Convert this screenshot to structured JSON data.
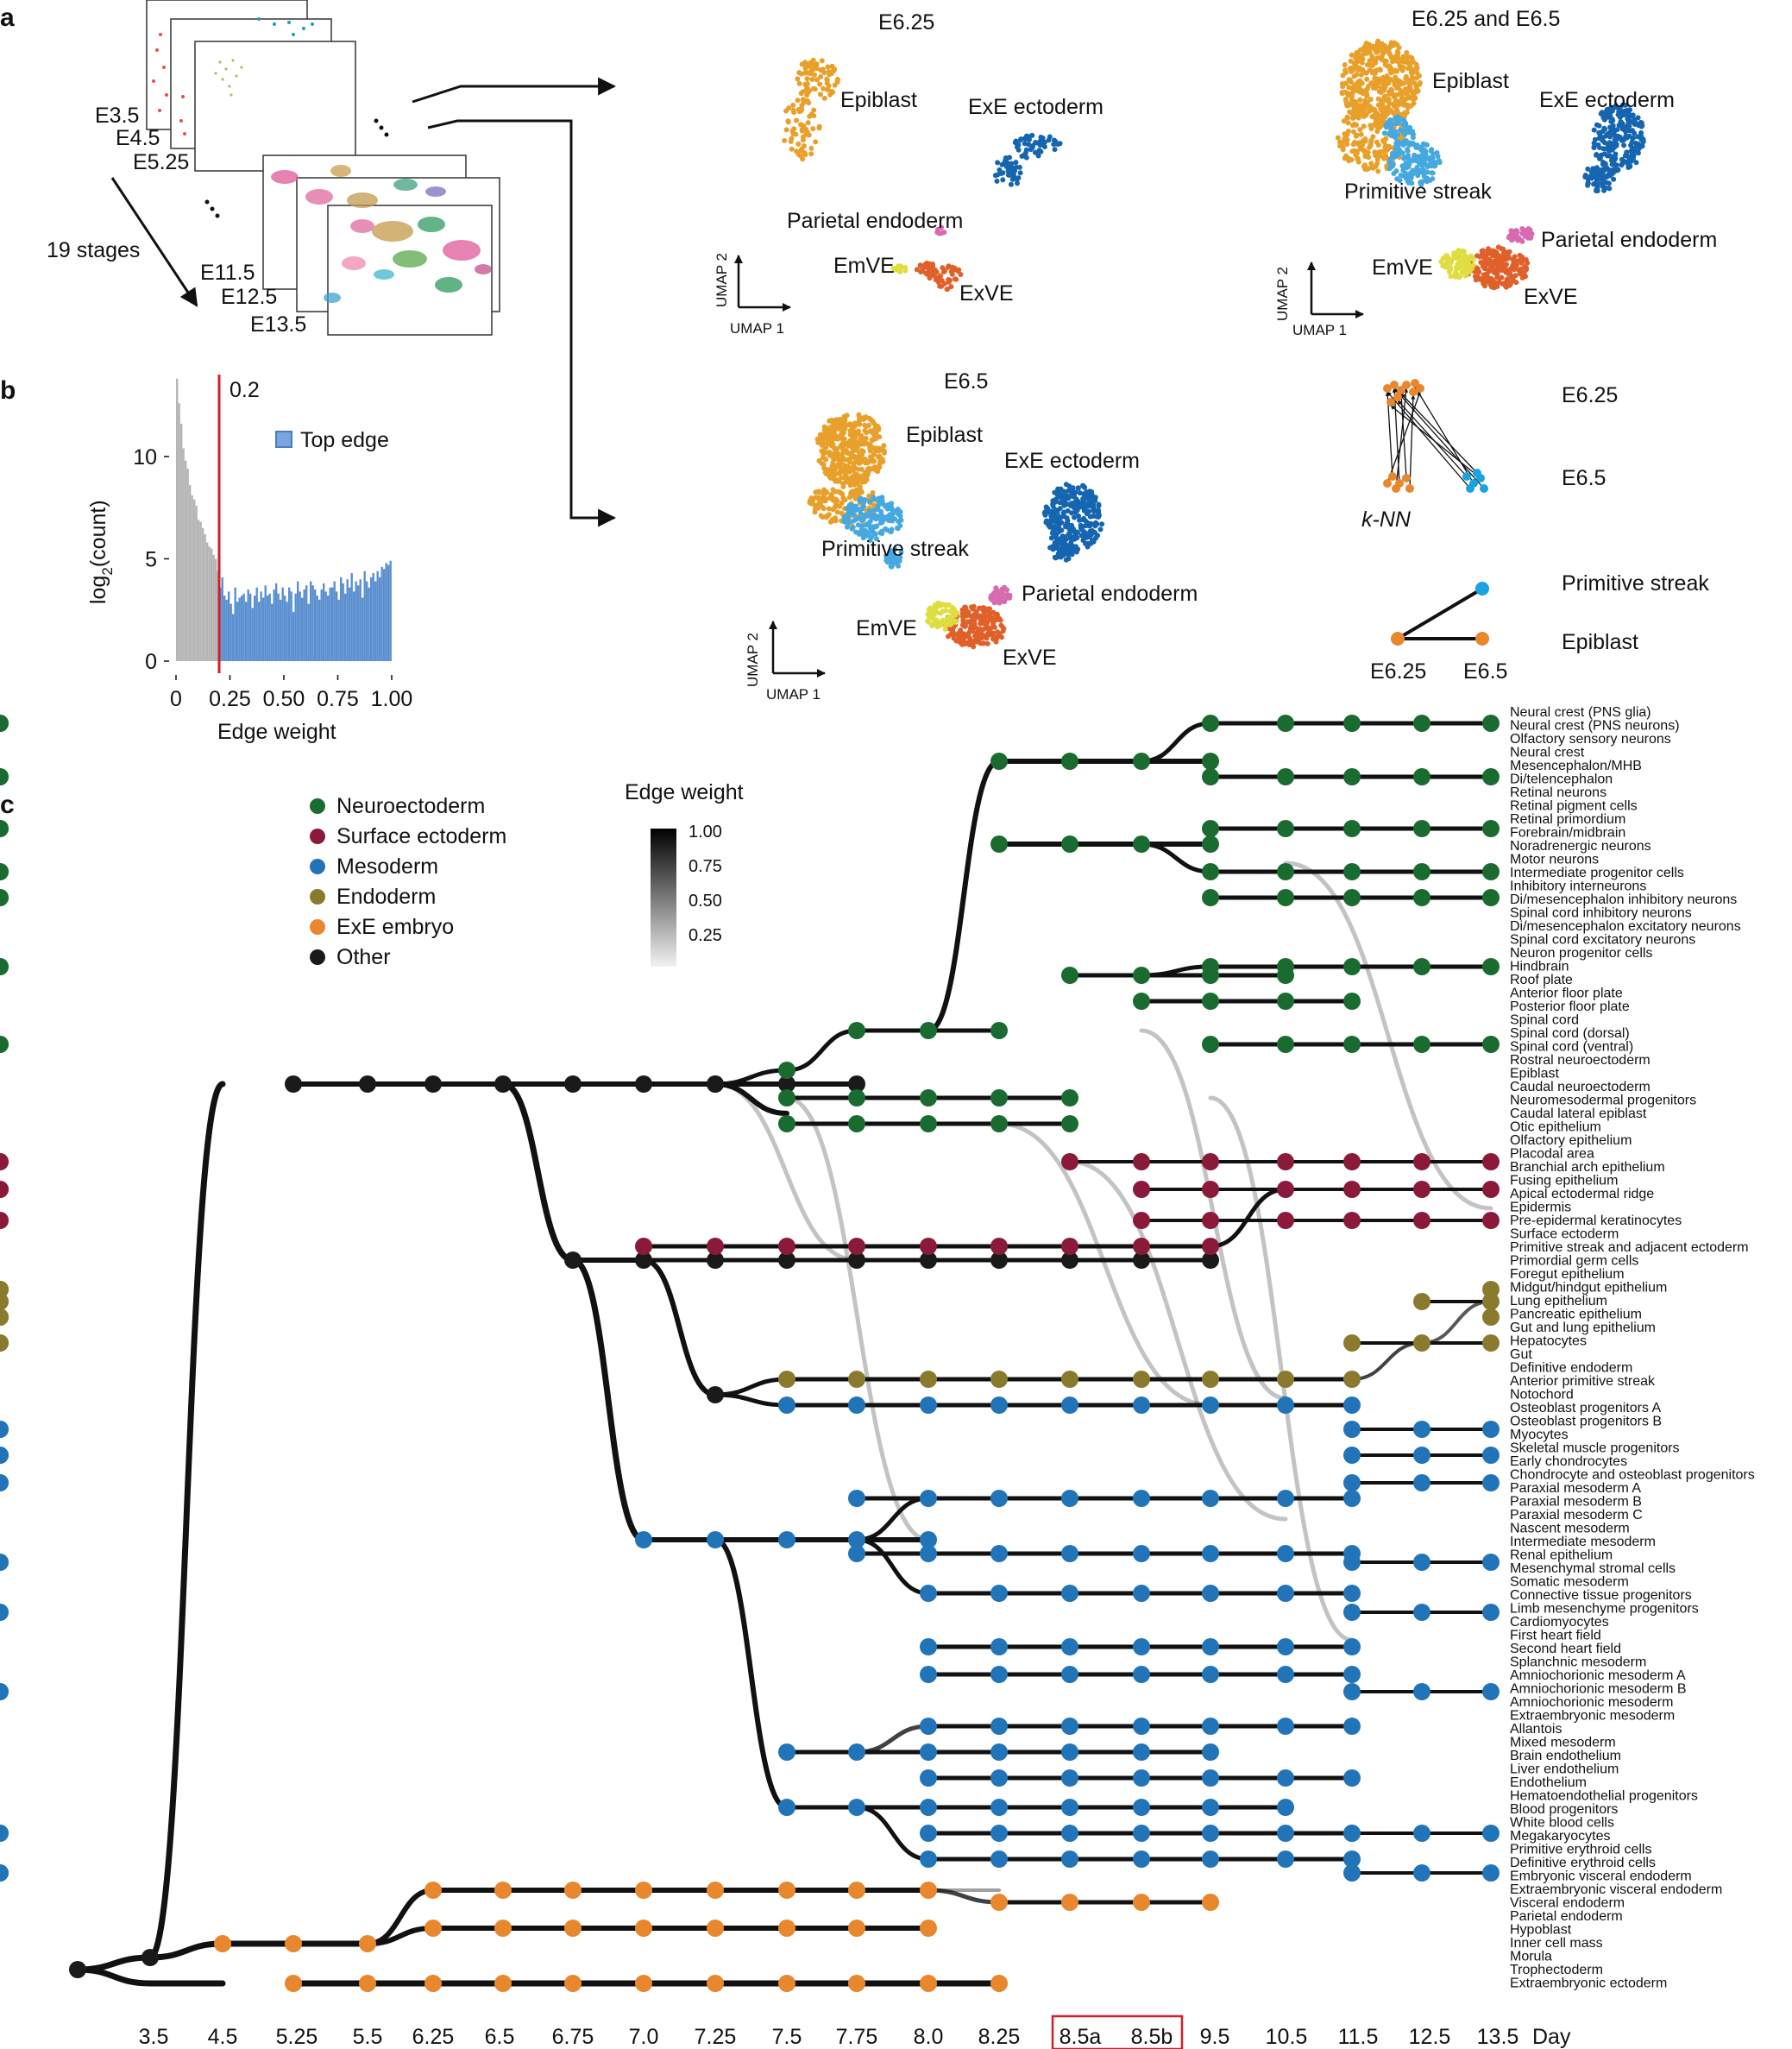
{
  "panel_letters": {
    "a": "a",
    "b": "b",
    "c": "c"
  },
  "panel_a": {
    "stack_labels_top": [
      "E3.5",
      "E4.5",
      "E5.25"
    ],
    "stack_labels_bottom": [
      "E11.5",
      "E12.5",
      "E13.5"
    ],
    "stages_label": "19 stages",
    "umaps": [
      {
        "title": "E6.25",
        "labels": [
          "Epiblast",
          "ExE ectoderm",
          "Parietal endoderm",
          "EmVE",
          "ExVE"
        ]
      },
      {
        "title": "E6.25 and E6.5",
        "labels": [
          "Epiblast",
          "ExE ectoderm",
          "Primitive streak",
          "Parietal endoderm",
          "EmVE",
          "ExVE"
        ]
      },
      {
        "title": "E6.5",
        "labels": [
          "Epiblast",
          "ExE ectoderm",
          "Primitive streak",
          "Parietal endoderm",
          "EmVE",
          "ExVE"
        ]
      }
    ],
    "axis_x": "UMAP 1",
    "axis_y": "UMAP 2",
    "knn": {
      "label": "k-NN",
      "row1": "E6.25",
      "row2": "E6.5"
    },
    "mini_tree": {
      "labels": [
        "Primitive streak",
        "Epiblast"
      ],
      "x_labels": [
        "E6.25",
        "E6.5"
      ]
    }
  },
  "chart_data": {
    "type": "bar",
    "threshold": 0.2,
    "threshold_label": "0.2",
    "legend": "Top edge",
    "xlabel": "Edge weight",
    "ylabel_main": "log",
    "ylabel_sub": "2",
    "ylabel_rest": "(count)",
    "x_ticks": [
      "0",
      "0.25",
      "0.50",
      "0.75",
      "1.00"
    ],
    "y_ticks": [
      "0",
      "5",
      "10"
    ],
    "xlim": [
      0,
      1
    ],
    "ylim": [
      0,
      14
    ],
    "colors": {
      "below": "#b5b5b5",
      "above": "#5b8fd0",
      "threshold": "#d21f26"
    },
    "x": [
      0.005,
      0.015,
      0.025,
      0.035,
      0.045,
      0.055,
      0.065,
      0.075,
      0.085,
      0.095,
      0.105,
      0.115,
      0.125,
      0.135,
      0.145,
      0.155,
      0.165,
      0.175,
      0.185,
      0.195,
      0.205,
      0.215,
      0.225,
      0.235,
      0.245,
      0.255,
      0.265,
      0.275,
      0.285,
      0.295,
      0.305,
      0.315,
      0.325,
      0.335,
      0.345,
      0.355,
      0.365,
      0.375,
      0.385,
      0.395,
      0.405,
      0.415,
      0.425,
      0.435,
      0.445,
      0.455,
      0.465,
      0.475,
      0.485,
      0.495,
      0.505,
      0.515,
      0.525,
      0.535,
      0.545,
      0.555,
      0.565,
      0.575,
      0.585,
      0.595,
      0.605,
      0.615,
      0.625,
      0.635,
      0.645,
      0.655,
      0.665,
      0.675,
      0.685,
      0.695,
      0.705,
      0.715,
      0.725,
      0.735,
      0.745,
      0.755,
      0.765,
      0.775,
      0.785,
      0.795,
      0.805,
      0.815,
      0.825,
      0.835,
      0.845,
      0.855,
      0.865,
      0.875,
      0.885,
      0.895,
      0.905,
      0.915,
      0.925,
      0.935,
      0.945,
      0.955,
      0.965,
      0.975,
      0.985,
      0.995
    ],
    "values": [
      13.8,
      12.6,
      11.6,
      10.4,
      9.8,
      9.4,
      8.6,
      8.1,
      7.9,
      7.6,
      6.9,
      6.8,
      6.5,
      6.2,
      5.8,
      5.6,
      5.5,
      5.2,
      5.0,
      4.4,
      3.6,
      4.1,
      3.2,
      3.0,
      3.4,
      2.8,
      2.3,
      3.6,
      2.9,
      3.1,
      3.2,
      3.3,
      2.9,
      3.5,
      3.3,
      2.6,
      3.2,
      3.6,
      2.9,
      3.4,
      3.1,
      3.7,
      3.2,
      3.3,
      2.8,
      3.5,
      3.8,
      3.3,
      3.0,
      3.6,
      3.2,
      2.9,
      3.6,
      3.4,
      2.4,
      3.3,
      3.9,
      3.4,
      3.1,
      3.5,
      3.7,
      2.8,
      3.9,
      3.7,
      3.5,
      3.2,
      3.0,
      3.5,
      3.8,
      3.4,
      3.2,
      3.6,
      3.6,
      3.9,
      3.4,
      3.0,
      4.1,
      3.8,
      3.3,
      4.0,
      3.6,
      4.3,
      3.4,
      3.9,
      3.7,
      4.0,
      3.1,
      4.4,
      3.9,
      3.6,
      4.1,
      4.3,
      3.9,
      4.4,
      4.1,
      4.6,
      4.5,
      4.8,
      4.7,
      4.9
    ]
  },
  "panel_c": {
    "legend": [
      {
        "label": "Neuroectoderm",
        "color": "#1a6b2f"
      },
      {
        "label": "Surface ectoderm",
        "color": "#8b1a3a"
      },
      {
        "label": "Mesoderm",
        "color": "#2274b8"
      },
      {
        "label": "Endoderm",
        "color": "#8a7a2e"
      },
      {
        "label": "ExE embryo",
        "color": "#e8872e"
      },
      {
        "label": "Other",
        "color": "#1a1a1a"
      }
    ],
    "colorbar": {
      "title": "Edge weight",
      "ticks": [
        "1.00",
        "0.75",
        "0.50",
        "0.25"
      ]
    },
    "x_ticks": [
      "3.5",
      "4.5",
      "5.25",
      "5.5",
      "6.25",
      "6.5",
      "6.75",
      "7.0",
      "7.25",
      "7.5",
      "7.75",
      "8.0",
      "8.25",
      "8.5a",
      "8.5b",
      "9.5",
      "10.5",
      "11.5",
      "12.5",
      "13.5"
    ],
    "day_label": "Day",
    "node_colors": {
      "neuro": "#1a6b2f",
      "surface": "#8b1a3a",
      "meso": "#2274b8",
      "endo": "#8a7a2e",
      "exe": "#e8872e",
      "other": "#1a1a1a"
    },
    "cell_types": [
      "Neural crest (PNS glia)",
      "Neural crest (PNS neurons)",
      "Olfactory sensory neurons",
      "Neural crest",
      "Mesencephalon/MHB",
      "Di/telencephalon",
      "Retinal neurons",
      "Retinal pigment cells",
      "Retinal primordium",
      "Forebrain/midbrain",
      "Noradrenergic neurons",
      "Motor neurons",
      "Intermediate progenitor cells",
      "Inhibitory interneurons",
      "Di/mesencephalon inhibitory neurons",
      "Spinal cord inhibitory neurons",
      "Di/mesencephalon excitatory neurons",
      "Spinal cord excitatory neurons",
      "Neuron progenitor cells",
      "Hindbrain",
      "Roof plate",
      "Anterior floor plate",
      "Posterior floor plate",
      "Spinal cord",
      "Spinal cord (dorsal)",
      "Spinal cord (ventral)",
      "Rostral neuroectoderm",
      "Epiblast",
      "Caudal neuroectoderm",
      "Neuromesodermal progenitors",
      "Caudal lateral epiblast",
      "Otic epithelium",
      "Olfactory epithelium",
      "Placodal area",
      "Branchial arch epithelium",
      "Fusing epithelium",
      "Apical ectodermal ridge",
      "Epidermis",
      "Pre-epidermal keratinocytes",
      "Surface ectoderm",
      "Primitive streak and adjacent ectoderm",
      "Primordial germ cells",
      "Foregut epithelium",
      "Midgut/hindgut epithelium",
      "Lung epithelium",
      "Pancreatic epithelium",
      "Gut and lung epithelium",
      "Hepatocytes",
      "Gut",
      "Definitive endoderm",
      "Anterior primitive streak",
      "Notochord",
      "Osteoblast progenitors A",
      "Osteoblast progenitors B",
      "Myocytes",
      "Skeletal muscle progenitors",
      "Early chondrocytes",
      "Chondrocyte and osteoblast progenitors",
      "Paraxial mesoderm A",
      "Paraxial mesoderm B",
      "Paraxial mesoderm C",
      "Nascent mesoderm",
      "Intermediate mesoderm",
      "Renal epithelium",
      "Mesenchymal stromal cells",
      "Somatic mesoderm",
      "Connective tissue progenitors",
      "Limb mesenchyme progenitors",
      "Cardiomyocytes",
      "First heart field",
      "Second heart field",
      "Splanchnic mesoderm",
      "Amniochorionic mesoderm A",
      "Amniochorionic mesoderm B",
      "Amniochorionic mesoderm",
      "Extraembryonic mesoderm",
      "Allantois",
      "Mixed mesoderm",
      "Brain endothelium",
      "Liver endothelium",
      "Endothelium",
      "Hematoendothelial progenitors",
      "Blood progenitors",
      "White blood cells",
      "Megakaryocytes",
      "Primitive erythroid cells",
      "Definitive erythroid cells",
      "Embryonic visceral endoderm",
      "Extraembryonic visceral endoderm",
      "Visceral endoderm",
      "Parietal endoderm",
      "Hypoblast",
      "Inner cell mass",
      "Morula",
      "Trophectoderm",
      "Extraembryonic ectoderm"
    ]
  }
}
